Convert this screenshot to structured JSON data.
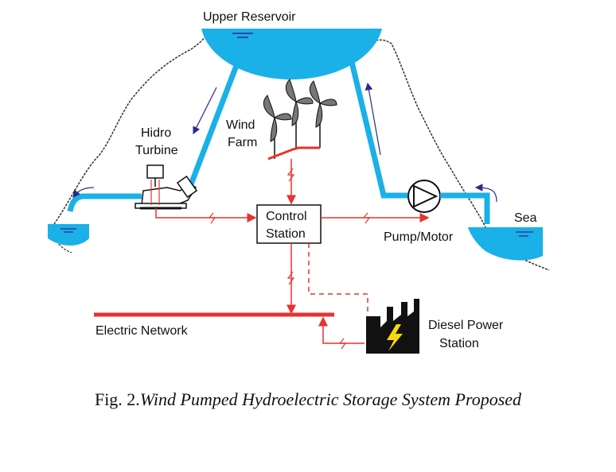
{
  "labels": {
    "upper_reservoir": "Upper Reservoir",
    "hydro_turbine_line1": "Hidro",
    "hydro_turbine_line2": "Turbine",
    "wind_farm_line1": "Wind",
    "wind_farm_line2": "Farm",
    "control_station_line1": "Control",
    "control_station_line2": "Station",
    "pump_motor": "Pump/Motor",
    "sea": "Sea",
    "electric_network": "Electric Network",
    "diesel_line1": "Diesel Power",
    "diesel_line2": "Station"
  },
  "caption": {
    "prefix": "Fig. 2.",
    "title": "Wind Pumped Hydroelectric Storage System Proposed"
  },
  "colors": {
    "water": "#1ab0e8",
    "power_line": "#e8322f",
    "arrow": "#2a2a8a",
    "mountain": "#3b2f22",
    "factory": "#111111",
    "bolt": "#f5d90a"
  }
}
